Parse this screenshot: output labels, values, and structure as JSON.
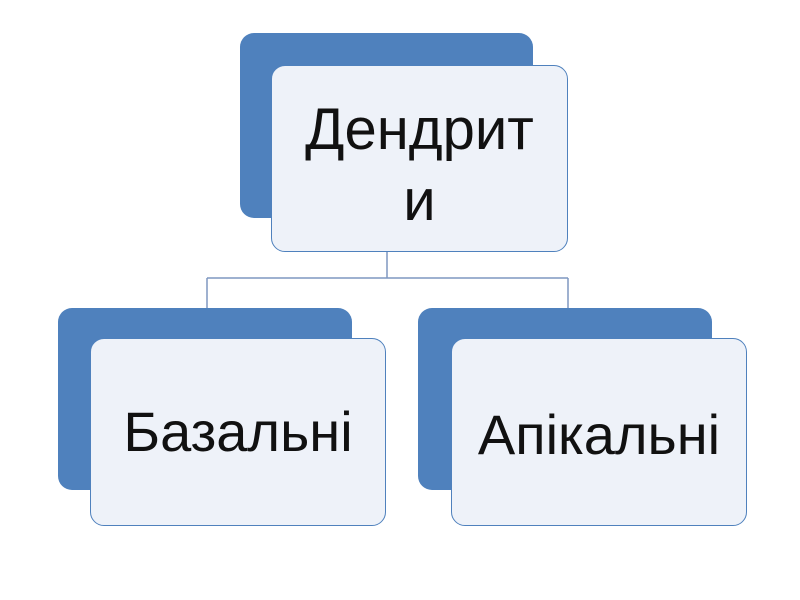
{
  "colors": {
    "box_fill": "#4f81bd",
    "box_overlay": "#eef2f9",
    "connector": "#7f97c0",
    "text": "#111111"
  },
  "hierarchy": {
    "root": {
      "label": "Дендрити"
    },
    "children": [
      {
        "label": "Базальні"
      },
      {
        "label": "Апікальні"
      }
    ]
  }
}
